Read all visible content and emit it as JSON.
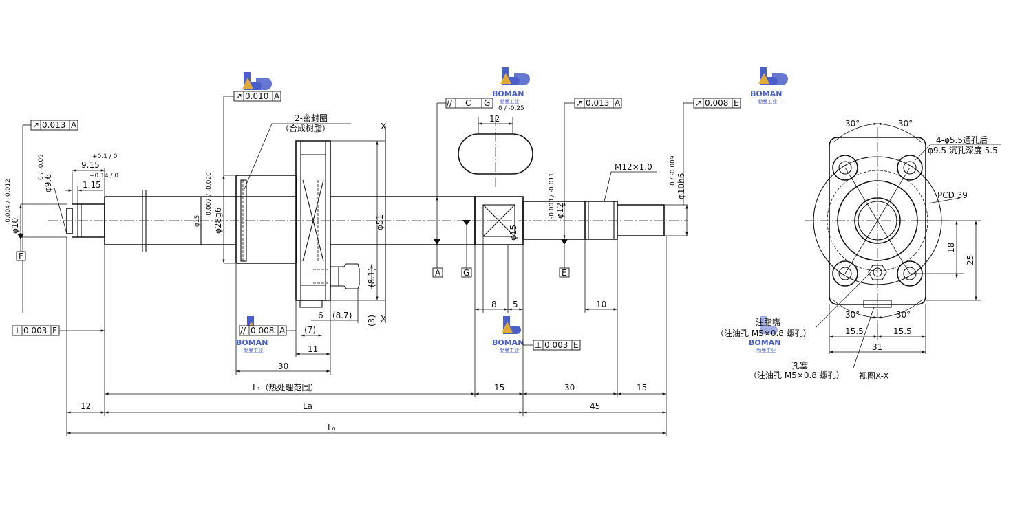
{
  "watermark": {
    "brand": "BOMAN",
    "subtitle": "— 勃曼工业 —"
  },
  "tolerance_frames": {
    "runout_left": {
      "symbol": "↗",
      "value": "0.013",
      "datum": "A"
    },
    "runout_nut": {
      "symbol": "↗",
      "value": "0.010",
      "datum": "A"
    },
    "parallel_flat": {
      "symbol": "//",
      "value": "C",
      "datum": "G"
    },
    "runout_mid": {
      "symbol": "↗",
      "value": "0.013",
      "datum": "A"
    },
    "runout_right": {
      "symbol": "↗",
      "value": "0.008",
      "datum": "E"
    },
    "perp_left": {
      "symbol": "⊥",
      "value": "0.003",
      "datum": "F"
    },
    "parallel_flange": {
      "symbol": "//",
      "value": "0.008",
      "datum": "A"
    },
    "perp_right": {
      "symbol": "⊥",
      "value": "0.003",
      "datum": "E"
    }
  },
  "datums": {
    "F": "F",
    "A": "A",
    "G": "G",
    "E": "E"
  },
  "labels": {
    "seal": "2-密封圈",
    "seal_material": "（合成树脂）",
    "section_x": "X",
    "thread": "M12×1.0",
    "view_xx": "视图X-X",
    "holes_1": "4-φ5.5通孔后",
    "holes_2": "φ9.5 沉孔深度 5.5",
    "pcd": "PCD 39",
    "grease_nipple": "注脂嘴",
    "grease_nipple_spec": "（注油孔 M5×0.8 螺孔）",
    "plug": "孔塞",
    "plug_spec": "（注油孔 M5×0.8 螺孔）",
    "L1": "L₁（热处理范围）",
    "La": "La",
    "L0": "L₀"
  },
  "dimensions": {
    "d_9_15": "9.15",
    "tol_9_15": "+0.1 / 0",
    "d_1_15": "1.15",
    "tol_1_15": "+0.14 / 0",
    "dia_9_6": "φ9.6",
    "tol_9_6": "0 / -0.09",
    "dia_10_left": "φ10",
    "tol_10_left": "-0.004 / -0.012",
    "dia_15_shaft": "φ15",
    "dia_28g6": "φ28g6",
    "tol_28g6": "-0.007 / -0.020",
    "dia_51": "φ51",
    "dia_15_end": "φ15",
    "dia_12": "φ12",
    "tol_12": "-0.003 / -0.011",
    "dia_10h6": "φ10h6",
    "tol_10h6": "0 / -0.009",
    "flat_12": "12",
    "tol_flat": "0 / -0.25",
    "d_6": "6",
    "d_8_7": "(8.7)",
    "d_7": "(7)",
    "d_8_1": "(8.1)",
    "d_3": "(3)",
    "d_11": "11",
    "d_30_nut": "30",
    "d_8": "8",
    "d_5": "5",
    "d_10": "10",
    "d_15_a": "15",
    "d_30_b": "30",
    "d_15_c": "15",
    "d_12_end": "12",
    "d_45": "45",
    "d_18": "18",
    "d_25": "25",
    "d_15_5_l": "15.5",
    "d_15_5_r": "15.5",
    "d_31": "31",
    "ang_tl": "30°",
    "ang_tr": "30°",
    "ang_bl": "30°",
    "ang_br": "30°"
  }
}
